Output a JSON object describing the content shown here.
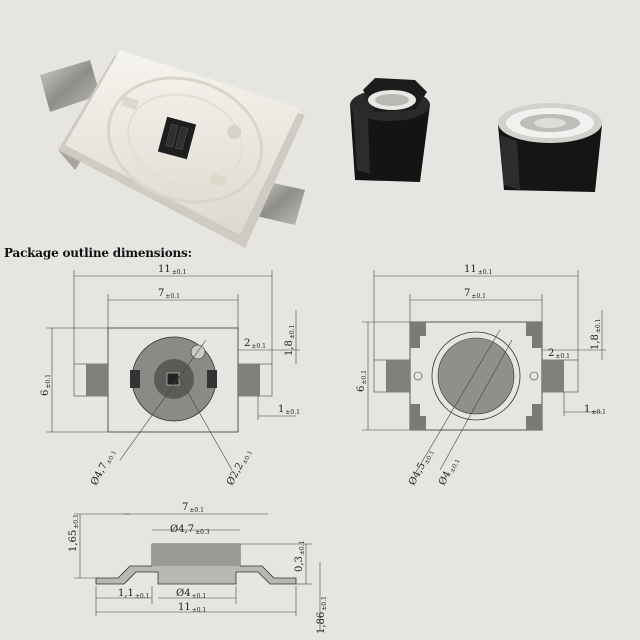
{
  "caption": "Package outline dimensions:",
  "top_view": {
    "width": {
      "value": "11",
      "tol": "±0.1"
    },
    "body": {
      "value": "7",
      "tol": "±0.1"
    },
    "height": {
      "value": "6",
      "tol": "±0.1"
    },
    "pad_len": {
      "value": "2",
      "tol": "±0.1"
    },
    "pad_h": {
      "value": "1,8",
      "tol": "±0.1"
    },
    "pad_w": {
      "value": "1",
      "tol": "±0.1"
    },
    "dia_outer": {
      "value": "Ø4,7",
      "tol": "±0.1"
    },
    "dia_inner": {
      "value": "Ø2,2",
      "tol": "±0.1"
    }
  },
  "lens_view": {
    "width": {
      "value": "11",
      "tol": "±0.1"
    },
    "body": {
      "value": "7",
      "tol": "±0.1"
    },
    "height": {
      "value": "6",
      "tol": "±0.1"
    },
    "pad_len": {
      "value": "2",
      "tol": "±0.1"
    },
    "pad_h": {
      "value": "1,8",
      "tol": "±0.1"
    },
    "pad_w": {
      "value": "1",
      "tol": "±0.1"
    },
    "dia_outer": {
      "value": "Ø4,5",
      "tol": "±0.1"
    },
    "dia_inner": {
      "value": "Ø4",
      "tol": "±0.1"
    }
  },
  "side_view": {
    "top": {
      "value": "7",
      "tol": "±0.1"
    },
    "cavity": {
      "value": "Ø4,7",
      "tol": "±0.3"
    },
    "height": {
      "value": "1,65",
      "tol": "±0.1"
    },
    "base": {
      "value": "0,3",
      "tol": "±0.1"
    },
    "lead": {
      "value": "1,1",
      "tol": "±0.1"
    },
    "bottom": {
      "value": "Ø4",
      "tol": "±0.1"
    },
    "width": {
      "value": "11",
      "tol": "±0.1"
    },
    "total_h": {
      "value": "1,86",
      "tol": "±0.1"
    }
  }
}
